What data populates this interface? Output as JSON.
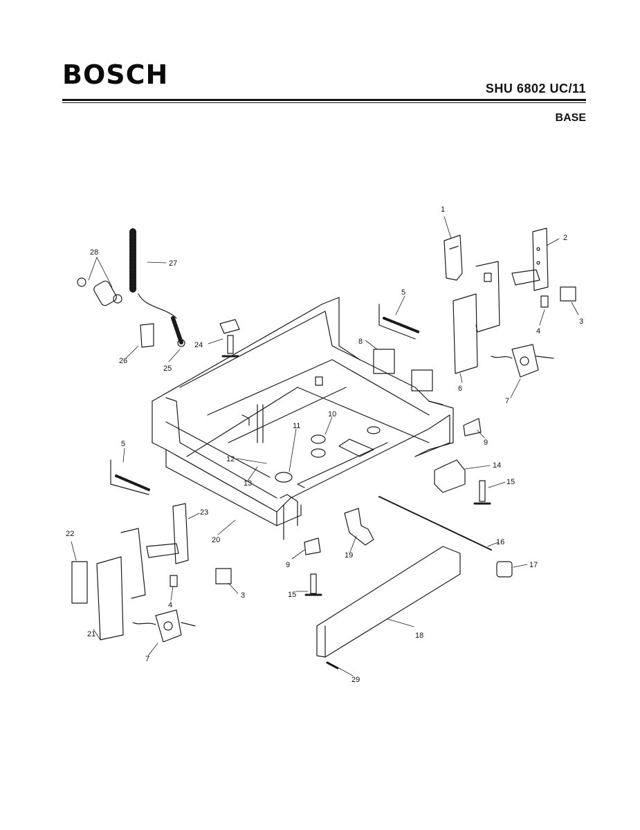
{
  "header": {
    "brand": "BOSCH",
    "model": "SHU 6802 UC/11",
    "section": "BASE"
  },
  "diagram": {
    "callouts": [
      "1",
      "2",
      "3",
      "3",
      "4",
      "4",
      "5",
      "5",
      "6",
      "7",
      "7",
      "8",
      "9",
      "9",
      "10",
      "11",
      "12",
      "13",
      "14",
      "15",
      "15",
      "16",
      "17",
      "18",
      "19",
      "20",
      "21",
      "22",
      "23",
      "24",
      "25",
      "26",
      "27",
      "28",
      "29"
    ]
  }
}
